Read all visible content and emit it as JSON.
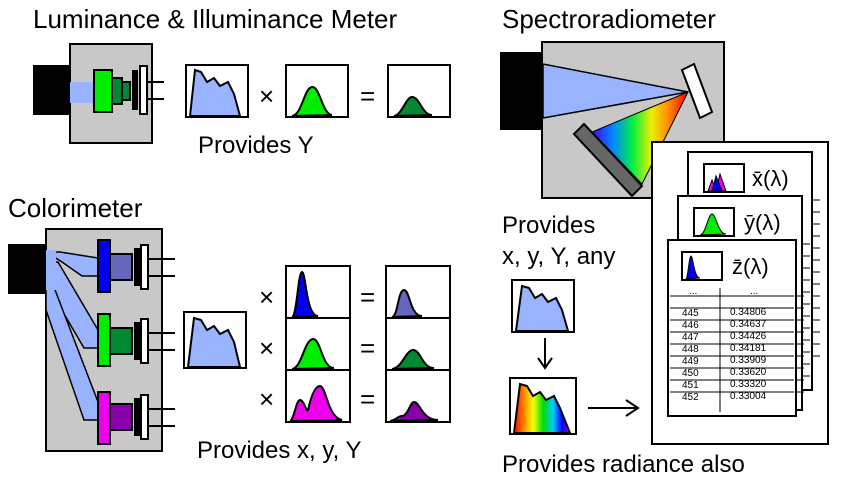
{
  "luminance": {
    "title": "Luminance & Illuminance Meter",
    "times": "×",
    "equals": "=",
    "result": "Provides Y"
  },
  "colorimeter": {
    "title": "Colorimeter",
    "times": [
      "×",
      "×",
      "×"
    ],
    "equals": [
      "=",
      "=",
      "="
    ],
    "result": "Provides x, y, Y"
  },
  "spectro": {
    "title": "Spectroradiometer",
    "provides_1": "Provides",
    "provides_2": "x, y, Y, any",
    "result": "Provides radiance also",
    "cards": [
      {
        "label": "x̄(λ)"
      },
      {
        "label": "ȳ(λ)"
      },
      {
        "label": "z̄(λ)"
      }
    ],
    "table": {
      "headers": [
        "...",
        "..."
      ],
      "rows": [
        [
          "445",
          "0.34806"
        ],
        [
          "446",
          "0.34637"
        ],
        [
          "447",
          "0.34426"
        ],
        [
          "448",
          "0.34181"
        ],
        [
          "449",
          "0.33909"
        ],
        [
          "450",
          "0.33620"
        ],
        [
          "451",
          "0.33320"
        ],
        [
          "452",
          "0.33004"
        ]
      ]
    }
  },
  "colors": {
    "device_gray": "#c8c8c8",
    "light_blue": "#99b3ff",
    "green": "#00ee00",
    "dark_green": "#008833",
    "blue": "#0000ee",
    "slate": "#6666bb",
    "magenta": "#ee00ee",
    "purple": "#8800aa",
    "black": "#000000"
  }
}
